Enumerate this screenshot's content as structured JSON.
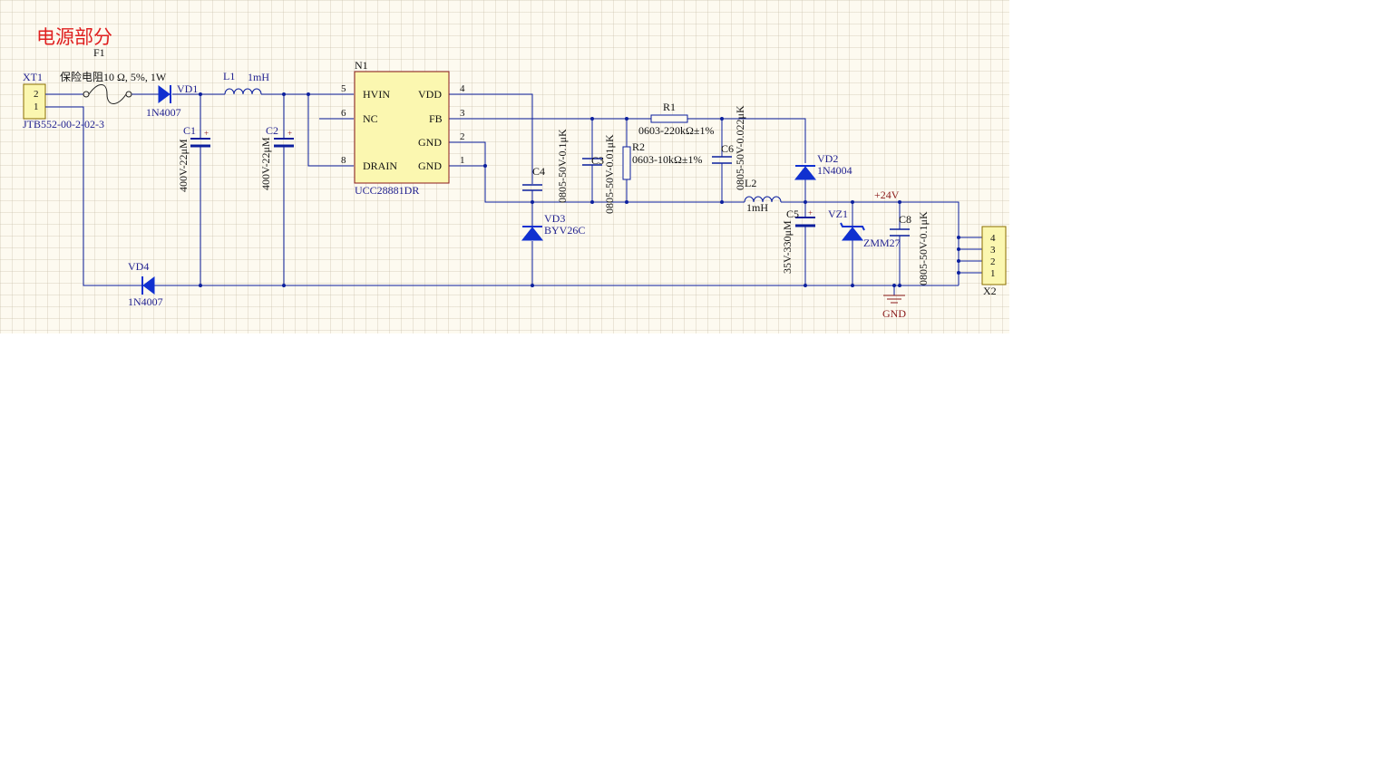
{
  "title": "电源部分",
  "connectors": {
    "xt1": {
      "ref": "XT1",
      "part": "JTB552-00-2-02-3",
      "pins": [
        "2",
        "1"
      ]
    },
    "x2": {
      "ref": "X2",
      "pins": [
        "4",
        "3",
        "2",
        "1"
      ]
    }
  },
  "fuse": {
    "ref": "F1",
    "value": "保险电阻10 Ω, 5%, 1W"
  },
  "ic": {
    "ref": "N1",
    "part": "UCC28881DR",
    "left_pins": [
      {
        "num": "5",
        "name": "HVIN"
      },
      {
        "num": "6",
        "name": "NC"
      },
      {
        "num": "8",
        "name": "DRAIN"
      }
    ],
    "right_pins": [
      {
        "num": "4",
        "name": "VDD"
      },
      {
        "num": "3",
        "name": "FB"
      },
      {
        "num": "2",
        "name": "GND"
      },
      {
        "num": "1",
        "name": "GND"
      }
    ]
  },
  "diodes": {
    "vd1": {
      "ref": "VD1",
      "part": "1N4007"
    },
    "vd2": {
      "ref": "VD2",
      "part": "1N4004"
    },
    "vd3": {
      "ref": "VD3",
      "part": "BYV26C"
    },
    "vd4": {
      "ref": "VD4",
      "part": "1N4007"
    },
    "vz1": {
      "ref": "VZ1",
      "part": "ZMM27"
    }
  },
  "inductors": {
    "l1": {
      "ref": "L1",
      "value": "1mH"
    },
    "l2": {
      "ref": "L2",
      "value": "1mH"
    }
  },
  "capacitors": {
    "c1": {
      "ref": "C1",
      "value": "400V-22μM"
    },
    "c2": {
      "ref": "C2",
      "value": "400V-22μM"
    },
    "c3": {
      "ref": "C3",
      "value": "0805-50V-0.01μK"
    },
    "c4": {
      "ref": "C4",
      "value": "0805-50V-0.1μK"
    },
    "c5": {
      "ref": "C5",
      "value": "35V-330μM"
    },
    "c6": {
      "ref": "C6",
      "value": "0805-50V-0.022μK"
    },
    "c8": {
      "ref": "C8",
      "value": "0805-50V-0.1μK"
    }
  },
  "resistors": {
    "r1": {
      "ref": "R1",
      "value": "0603-220kΩ±1%"
    },
    "r2": {
      "ref": "R2",
      "value": "0603-10kΩ±1%"
    }
  },
  "nets": {
    "v24": "+24V",
    "gnd": "GND"
  },
  "polarity_mark": "+"
}
